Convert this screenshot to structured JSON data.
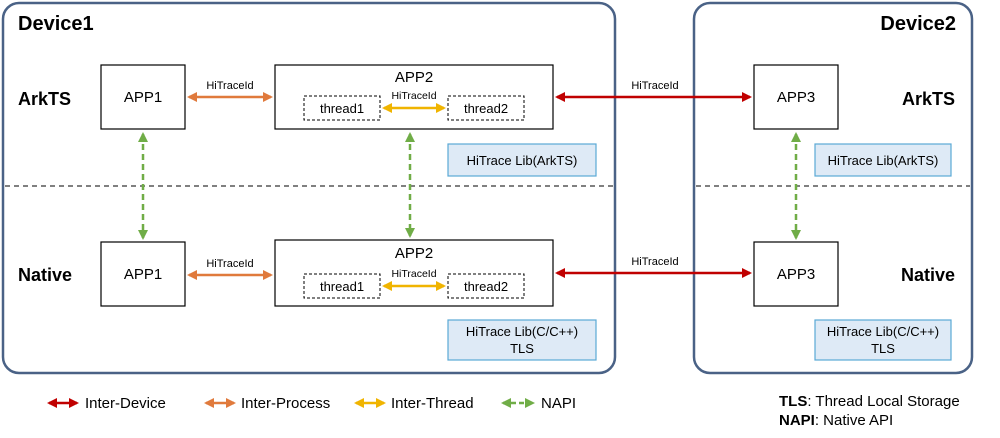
{
  "devices": {
    "device1": {
      "title": "Device1"
    },
    "device2": {
      "title": "Device2"
    }
  },
  "layers": {
    "arkts": "ArkTS",
    "native": "Native"
  },
  "apps": {
    "app1": "APP1",
    "app2": "APP2",
    "app3": "APP3",
    "thread1": "thread1",
    "thread2": "thread2"
  },
  "links": {
    "hitraceid": "HiTraceId"
  },
  "libs": {
    "arkts": "HiTrace Lib(ArkTS)",
    "native_line1": "HiTrace Lib(C/C++)",
    "native_line2": "TLS"
  },
  "legend": {
    "inter_device": "Inter-Device",
    "inter_process": "Inter-Process",
    "inter_thread": "Inter-Thread",
    "napi": "NAPI"
  },
  "notes": {
    "tls_term": "TLS",
    "tls_desc": ": Thread Local Storage",
    "napi_term": "NAPI",
    "napi_desc": ": Native API"
  },
  "colors": {
    "device_border": "#4a6286",
    "inter_device": "#c00000",
    "inter_process": "#e07a3c",
    "inter_thread": "#f0b400",
    "napi": "#70ad47",
    "lib_fill": "#deeaf6",
    "lib_border": "#5aa9d6"
  }
}
